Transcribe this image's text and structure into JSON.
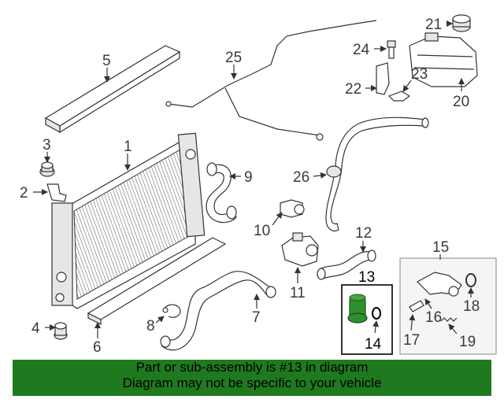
{
  "callouts": [
    "1",
    "2",
    "3",
    "4",
    "5",
    "6",
    "7",
    "8",
    "9",
    "10",
    "11",
    "12",
    "13",
    "14",
    "15",
    "16",
    "17",
    "18",
    "19",
    "20",
    "21",
    "22",
    "23",
    "24",
    "25",
    "26"
  ],
  "highlight_part": "13",
  "colors": {
    "highlight_part_fill": "#2f8f2f",
    "banner_bg": "#1f7a1f",
    "box_stroke": "#000000",
    "group_box_stroke": "#999999"
  },
  "banner": {
    "line1": "Part or sub-assembly is #13 in diagram",
    "line2": "Diagram may not be specific to your vehicle"
  }
}
